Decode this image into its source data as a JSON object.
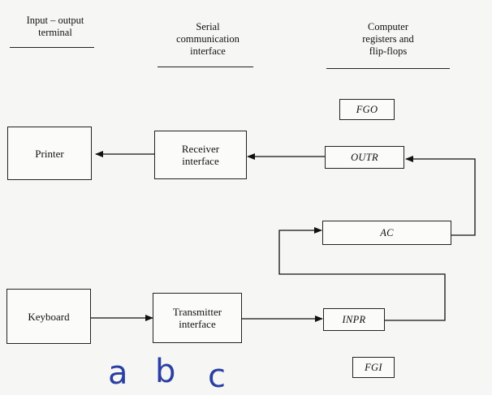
{
  "headers": {
    "col1": "Input – output\nterminal",
    "col2": "Serial\ncommunication\ninterface",
    "col3": "Computer\nregisters and\nflip-flops"
  },
  "boxes": {
    "printer": "Printer",
    "receiver": "Receiver\ninterface",
    "keyboard": "Keyboard",
    "transmitter": "Transmitter\ninterface"
  },
  "registers": {
    "fgo": "FGO",
    "outr": "OUTR",
    "ac": "AC",
    "inpr": "INPR",
    "fgi": "FGI"
  },
  "handwriting": {
    "a": "a",
    "b": "b",
    "c": "c"
  }
}
